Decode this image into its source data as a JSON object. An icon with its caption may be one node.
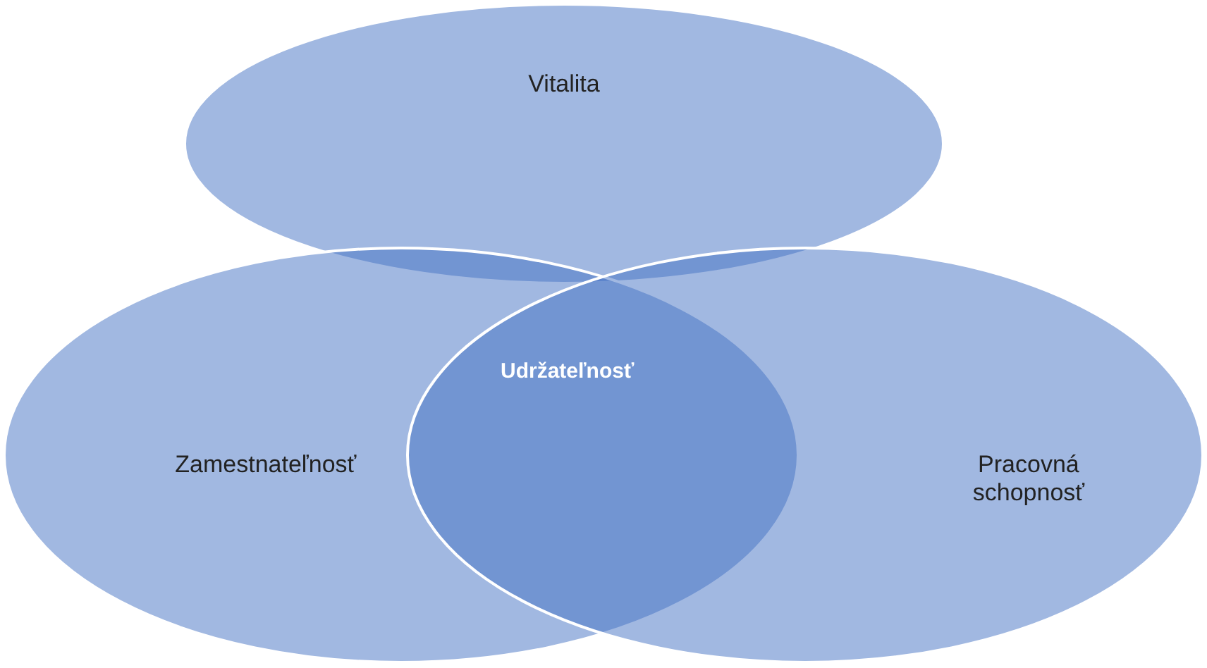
{
  "diagram": {
    "nodes": [
      {
        "text": [
          "Vitalita"
        ]
      },
      {
        "text": [
          "Zamestnateľnosť"
        ]
      },
      {
        "text": [
          "Pracovná schopnosť"
        ]
      }
    ],
    "labels": [
      "Udržateľnosť"
    ]
  }
}
